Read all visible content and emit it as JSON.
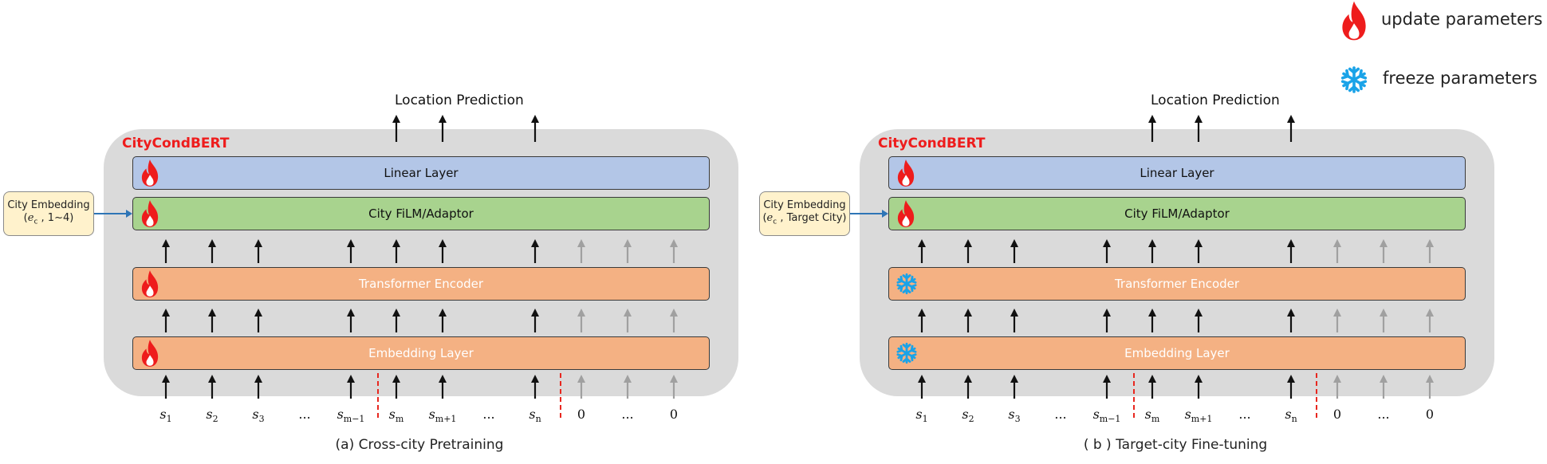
{
  "legend": {
    "update_label": "update parameters",
    "freeze_label": "freeze parameters",
    "update_icon": "flame-icon",
    "freeze_icon": "snowflake-icon"
  },
  "colors": {
    "brand": "#ee1c1c",
    "linear": "#b3c6e7",
    "film": "#a8d38e",
    "encoder": "#f4b183",
    "city_embedding": "#fff2cc",
    "panel": "#dadada",
    "inactive_arrow": "#a0a0a0",
    "separator": "#e8271f",
    "flame": "#ee1c1c",
    "snowflake": "#1aa3e8"
  },
  "panels": [
    {
      "brand": "CityCondBERT",
      "output_label": "Location Prediction",
      "layers": {
        "linear": "Linear Layer",
        "film": "City FiLM/Adaptor",
        "encoder": "Transformer Encoder",
        "embedding": "Embedding Layer"
      },
      "layer_icons": [
        "flame-icon",
        "flame-icon",
        "flame-icon",
        "flame-icon"
      ],
      "city_embedding": {
        "line1": "City Embedding",
        "sym": "e",
        "sub": "c",
        "rest": " , 1~4)"
      },
      "caption": "(a) Cross-city Pretraining"
    },
    {
      "brand": "CityCondBERT",
      "output_label": "Location Prediction",
      "layers": {
        "linear": "Linear Layer",
        "film": "City FiLM/Adaptor",
        "encoder": "Transformer Encoder",
        "embedding": "Embedding Layer"
      },
      "layer_icons": [
        "flame-icon",
        "flame-icon",
        "snowflake-icon",
        "snowflake-icon"
      ],
      "city_embedding": {
        "line1": "City Embedding",
        "sym": "e",
        "sub": "c",
        "rest": " , Target City)"
      },
      "caption": "( b ) Target-city Fine-tuning"
    }
  ],
  "tokens": [
    {
      "sym": "s",
      "sub": "1"
    },
    {
      "sym": "s",
      "sub": "2"
    },
    {
      "sym": "s",
      "sub": "3"
    },
    {
      "plain": "..."
    },
    {
      "sym": "s",
      "sub": "m−1"
    },
    {
      "sym": "s",
      "sub": "m"
    },
    {
      "sym": "s",
      "sub": "m+1"
    },
    {
      "plain": "..."
    },
    {
      "sym": "s",
      "sub": "n"
    },
    {
      "plain": "0"
    },
    {
      "plain": "..."
    },
    {
      "plain": "0"
    }
  ]
}
